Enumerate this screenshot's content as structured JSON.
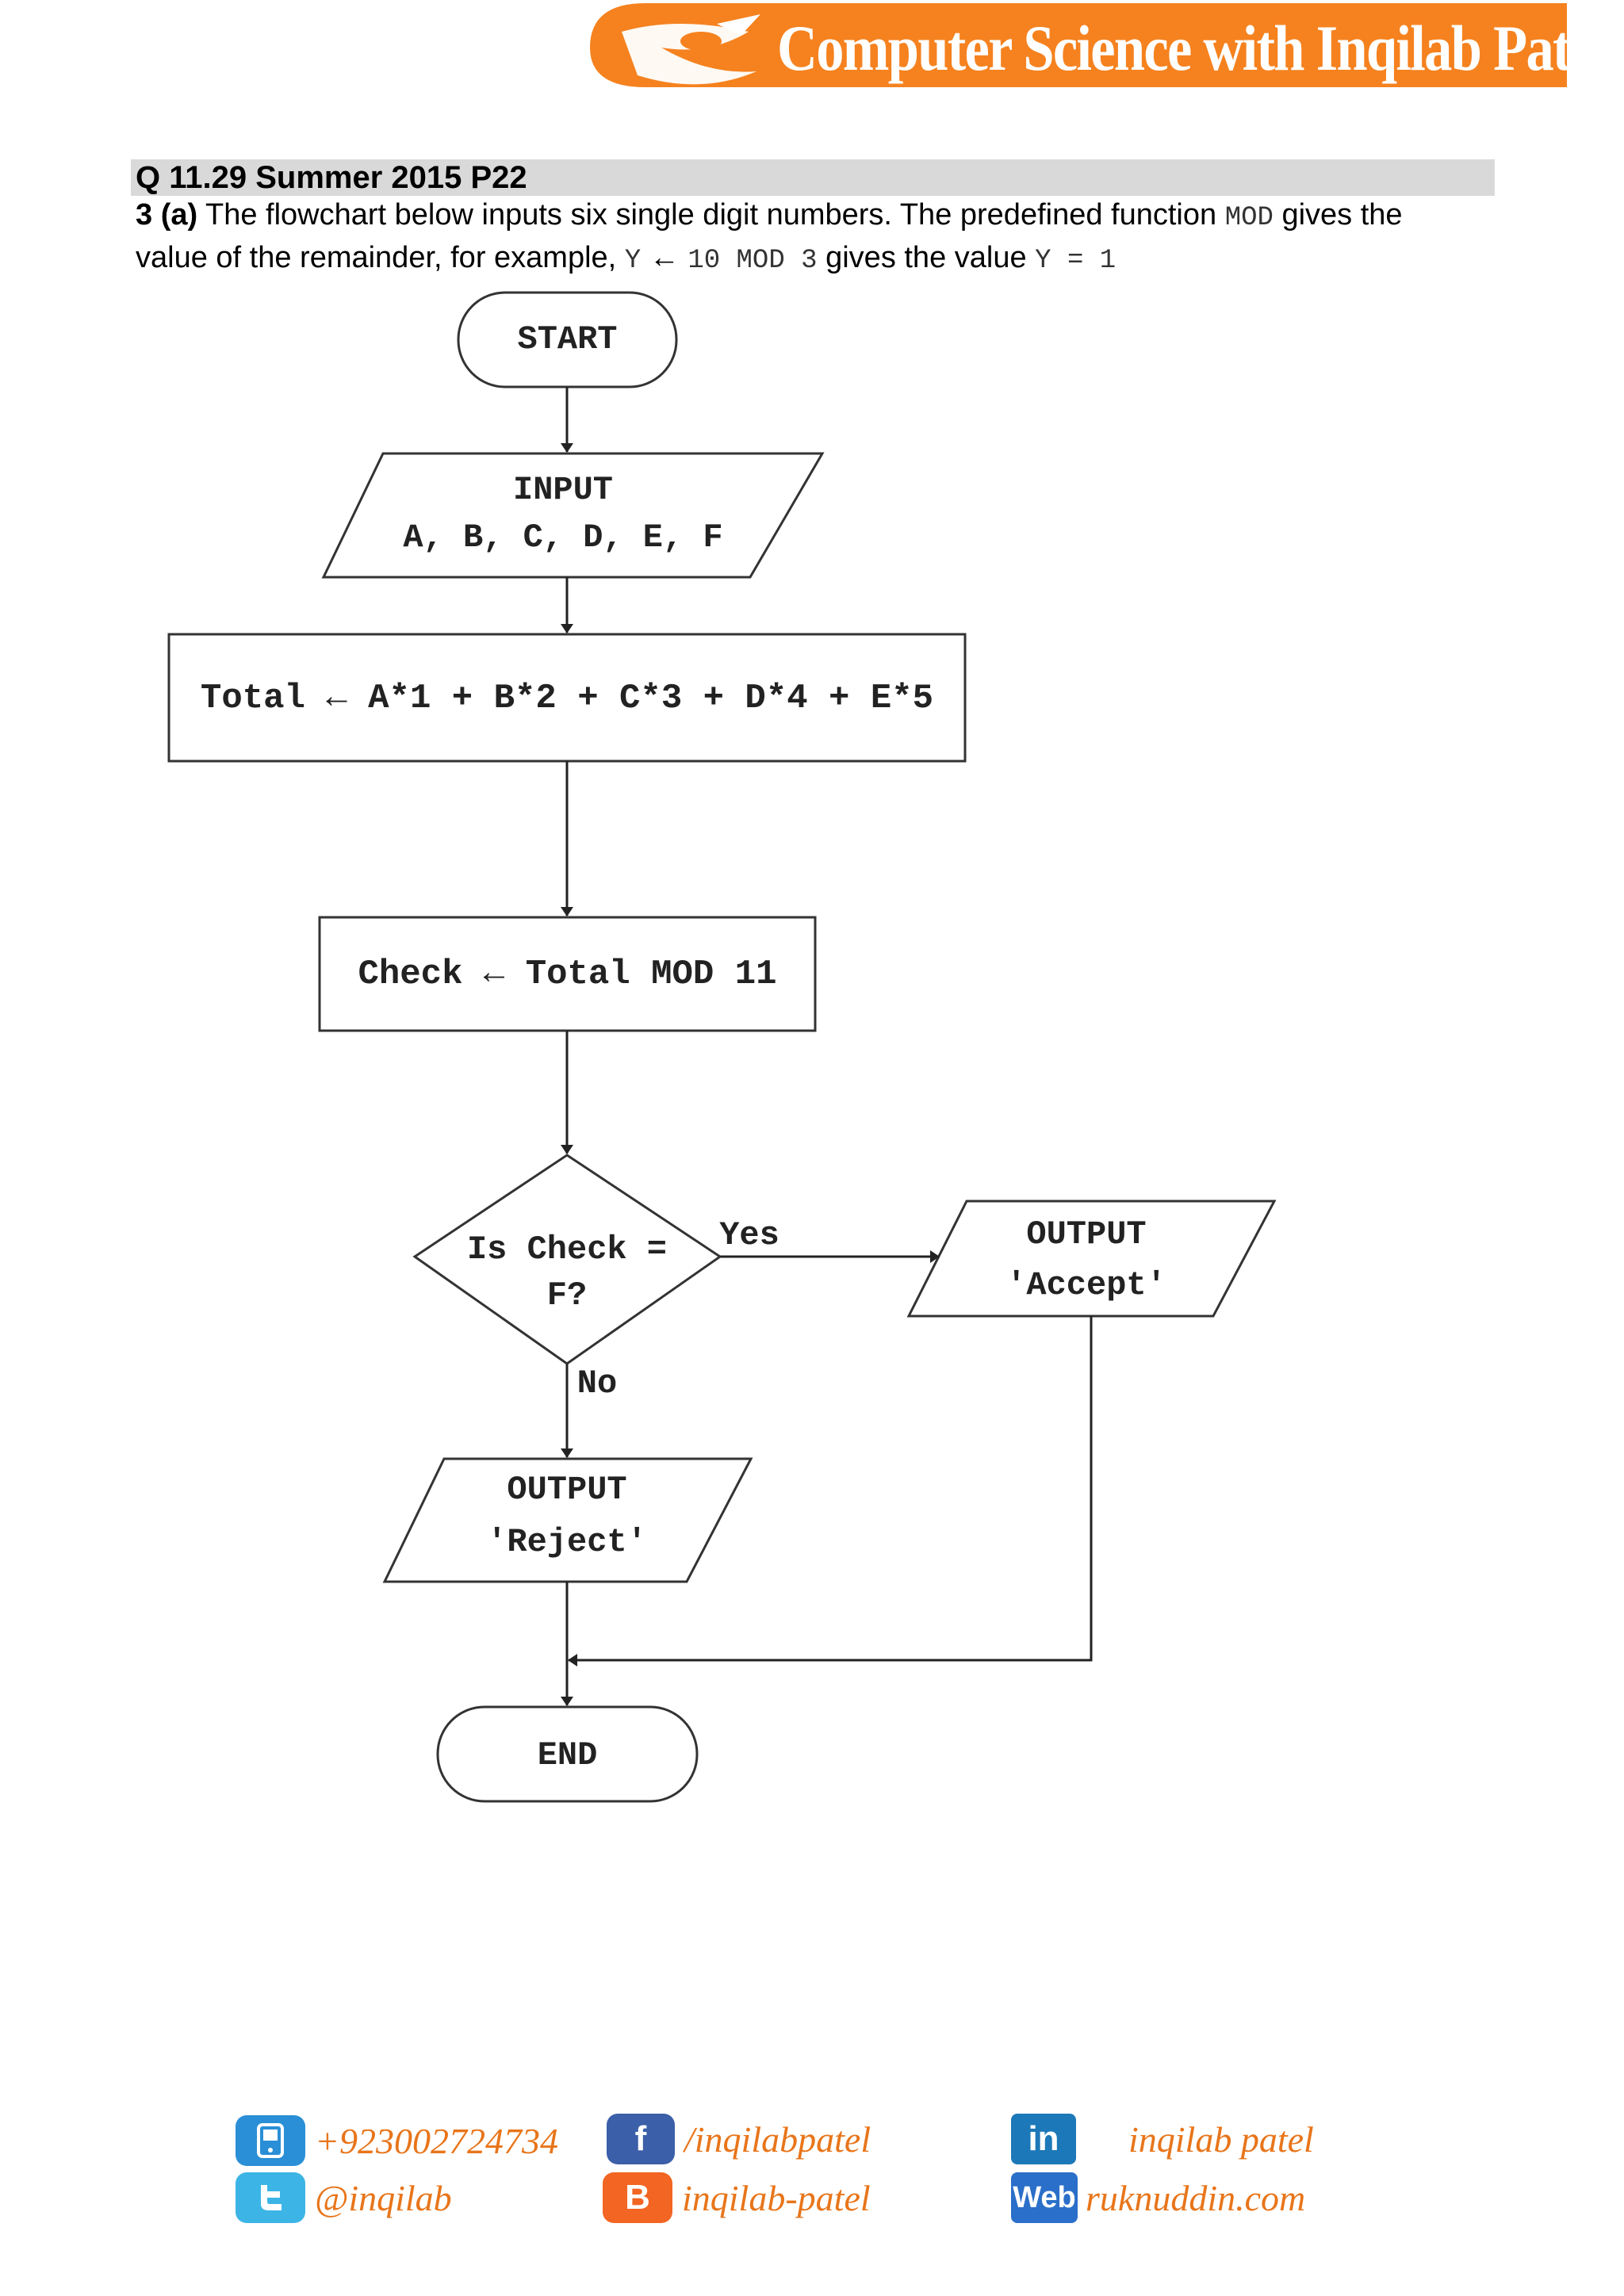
{
  "header": {
    "brand": "Computer Science with Inqilab Patel",
    "brand_color": "#f5821f"
  },
  "question": {
    "title": "Q 11.29 Summer 2015 P22",
    "part": "3 (a)",
    "intro_1": " The flowchart below inputs six single digit numbers. The predefined function ",
    "mod_fn": "MOD",
    "intro_2": " gives the",
    "intro_3": "value of the remainder, for example, ",
    "example_y": "Y",
    "arrow_glyph": "←",
    "example_expr": "10  MOD  3",
    "intro_4": " gives the value ",
    "example_result": "Y  =  1"
  },
  "flowchart": {
    "start": "START",
    "input_line1": "INPUT",
    "input_line2": "A, B, C, D, E, F",
    "total": "Total ← A*1 + B*2 + C*3 + D*4 + E*5",
    "check": "Check ← Total MOD 11",
    "decision_line1": "Is Check =",
    "decision_line2": "F?",
    "yes_label": "Yes",
    "no_label": "No",
    "accept_line1": "OUTPUT",
    "accept_line2": "'Accept'",
    "reject_line1": "OUTPUT",
    "reject_line2": "'Reject'",
    "end": "END"
  },
  "footer": {
    "phone": "+923002724734",
    "twitter": "@inqilab",
    "facebook": "/inqilabpatel",
    "blogger": "inqilab-patel",
    "linkedin": "inqilab patel",
    "web": "ruknuddin.com",
    "phone_icon": "phone-icon",
    "twitter_icon": "twitter-icon",
    "facebook_icon": "facebook-icon",
    "blogger_icon": "blogger-icon",
    "linkedin_icon": "linkedin-icon",
    "web_icon": "web-icon",
    "linkedin_glyph": "in",
    "web_glyph": "Web",
    "facebook_glyph": "f",
    "blogger_glyph": "B"
  }
}
